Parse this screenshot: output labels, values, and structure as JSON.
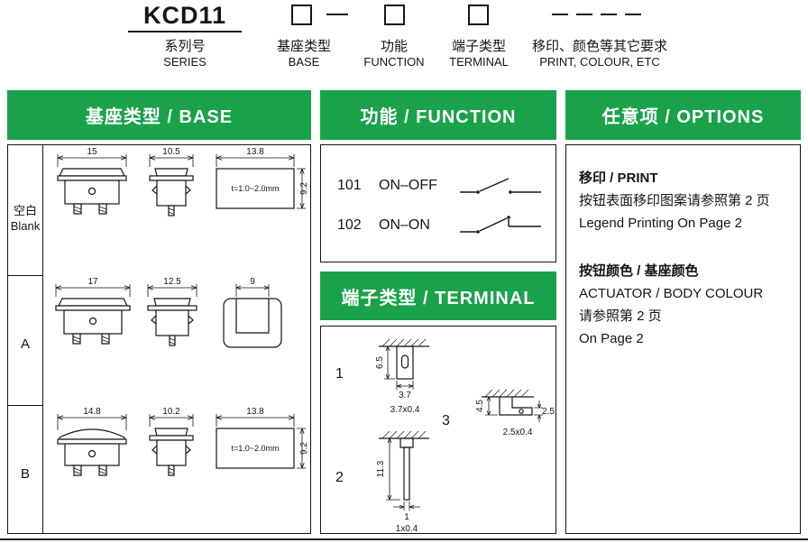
{
  "colors": {
    "accent_green": "#19A24A",
    "header_text": "#FFFFFF"
  },
  "ordering": {
    "model": "KCD11",
    "series": {
      "cn": "系列号",
      "en": "SERIES"
    },
    "base": {
      "cn": "基座类型",
      "en": "BASE"
    },
    "function": {
      "cn": "功能",
      "en": "FUNCTION"
    },
    "terminal": {
      "cn": "端子类型",
      "en": "TERMINAL"
    },
    "options": {
      "cn": "移印、颜色等其它要求",
      "en": "PRINT, COLOUR, ETC"
    }
  },
  "base_section": {
    "title": "基座类型 / BASE",
    "rows": [
      {
        "label_line1": "空白",
        "label_line2": "Blank",
        "dim_front": "15",
        "dim_side": "10.5",
        "dim_cut_w": "13.8",
        "dim_cut_h": "9.2",
        "note": "t=1.0~2.0mm"
      },
      {
        "label_line1": "A",
        "label_line2": "",
        "dim_front": "17",
        "dim_side": "12.5",
        "dim_cut_w": "9",
        "dim_cut_h": "",
        "note": ""
      },
      {
        "label_line1": "B",
        "label_line2": "",
        "dim_front": "14.8",
        "dim_side": "10.2",
        "dim_cut_w": "13.8",
        "dim_cut_h": "9.2",
        "note": "t=1.0~2.0mm"
      }
    ]
  },
  "function_section": {
    "title": "功能 / FUNCTION",
    "items": [
      {
        "code": "101",
        "name": "ON–OFF"
      },
      {
        "code": "102",
        "name": "ON–ON"
      }
    ]
  },
  "terminal_section": {
    "title": "端子类型 / TERMINAL",
    "items": [
      {
        "code": "1",
        "dim_h": "6.5",
        "dim_w": "3.7",
        "spec": "3.7x0.4"
      },
      {
        "code": "2",
        "dim_h": "11.3",
        "dim_w": "1",
        "spec": "1x0.4"
      },
      {
        "code": "3",
        "dim_h": "4.5",
        "dim_w": "2.5",
        "spec": "2.5x0.4"
      }
    ]
  },
  "options_section": {
    "title": "任意项 / OPTIONS",
    "print_heading": "移印 / PRINT",
    "print_line_cn": "按钮表面移印图案请参照第 2 页",
    "print_line_en": "Legend Printing On Page 2",
    "colour_heading": "按钮颜色 / 基座颜色",
    "colour_line1": "ACTUATOR / BODY COLOUR",
    "colour_line2": "请参照第 2 页",
    "colour_line3": "On Page 2"
  }
}
